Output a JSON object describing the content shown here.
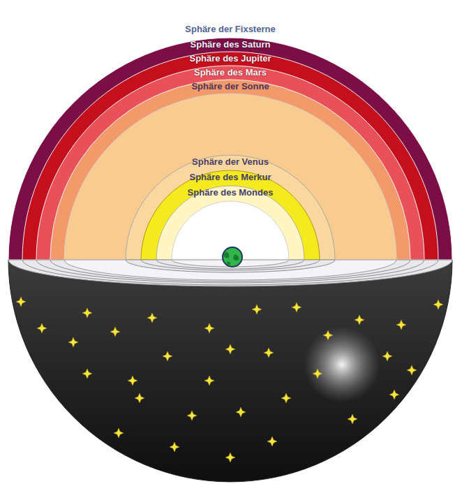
{
  "diagram": {
    "nodes": [
      {
        "text": [
          "Sphäre der Fixsterne"
        ]
      },
      {
        "text": [
          "Sphäre des Saturn"
        ],
        "in": 0
      },
      {
        "text": [
          "Sphäre des Jupiter"
        ],
        "in": 1
      },
      {
        "text": [
          "Sphäre des Mars"
        ],
        "in": 2
      },
      {
        "text": [
          "Sphäre der Sonne"
        ],
        "in": 3
      },
      {
        "text": [
          "Sphäre der Venus"
        ],
        "in": 4
      },
      {
        "text": [
          "Sphäre des Merkur"
        ],
        "in": 5
      },
      {
        "text": [
          "Sphäre des Mondes"
        ],
        "in": 6
      }
    ]
  }
}
